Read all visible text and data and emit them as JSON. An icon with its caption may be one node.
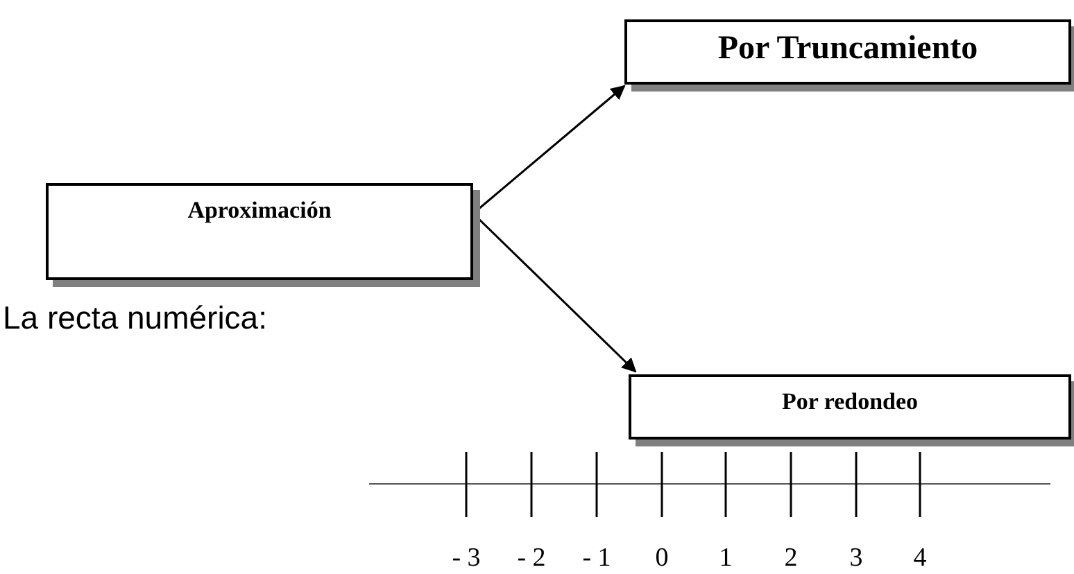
{
  "diagram": {
    "nodes": [
      {
        "text": [
          "Aproximación"
        ]
      },
      {
        "text": [
          "Por Truncamiento"
        ]
      },
      {
        "text": [
          "Por redondeo"
        ]
      }
    ],
    "edges": [
      {
        "from": 0,
        "to": 1,
        "arrow": "to"
      },
      {
        "from": 0,
        "to": 2,
        "arrow": "to"
      }
    ],
    "labels": [
      "La recta numérica:",
      "- 3",
      "- 2",
      "- 1",
      "0",
      "1",
      "2",
      "3",
      "4"
    ]
  }
}
